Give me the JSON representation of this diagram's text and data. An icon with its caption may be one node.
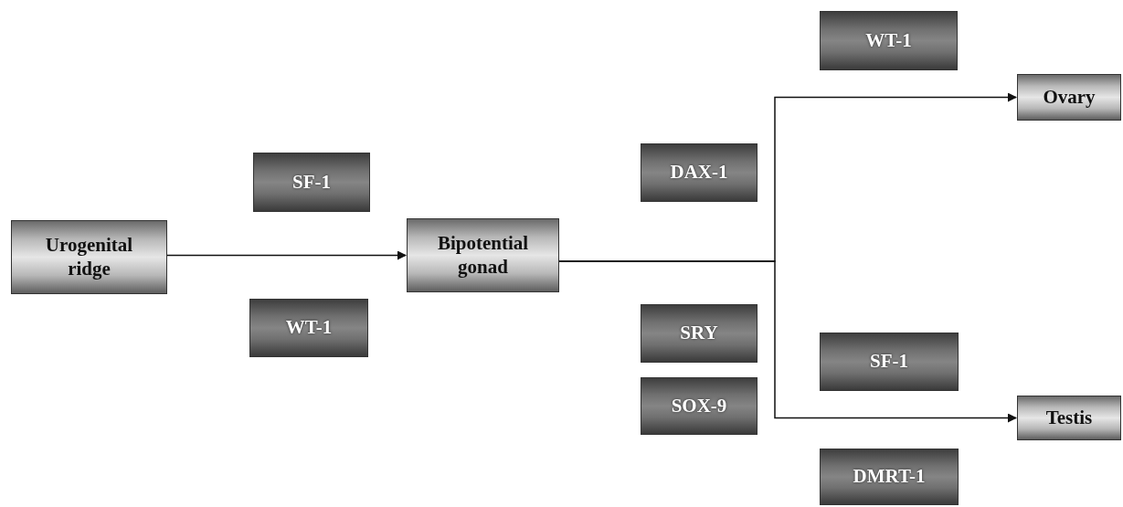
{
  "diagram": {
    "nodes": [
      {
        "text": [
          "Urogenital ridge"
        ]
      },
      {
        "text": [
          "SF-1"
        ]
      },
      {
        "text": [
          "WT-1"
        ]
      },
      {
        "text": [
          "Bipotential gonad"
        ]
      },
      {
        "text": [
          "WT-1"
        ]
      },
      {
        "text": [
          "Ovary"
        ]
      },
      {
        "text": [
          "DAX-1"
        ]
      },
      {
        "text": [
          "SRY"
        ]
      },
      {
        "text": [
          "SOX-9"
        ]
      },
      {
        "text": [
          "SF-1"
        ]
      },
      {
        "text": [
          "Testis"
        ]
      },
      {
        "text": [
          "DMRT-1"
        ]
      }
    ],
    "edges": [
      {
        "from": 0,
        "to": 3,
        "arrow": "to"
      },
      {
        "from": 3,
        "to": 5,
        "arrow": "to"
      },
      {
        "from": 3,
        "to": 10,
        "arrow": "to"
      }
    ]
  }
}
